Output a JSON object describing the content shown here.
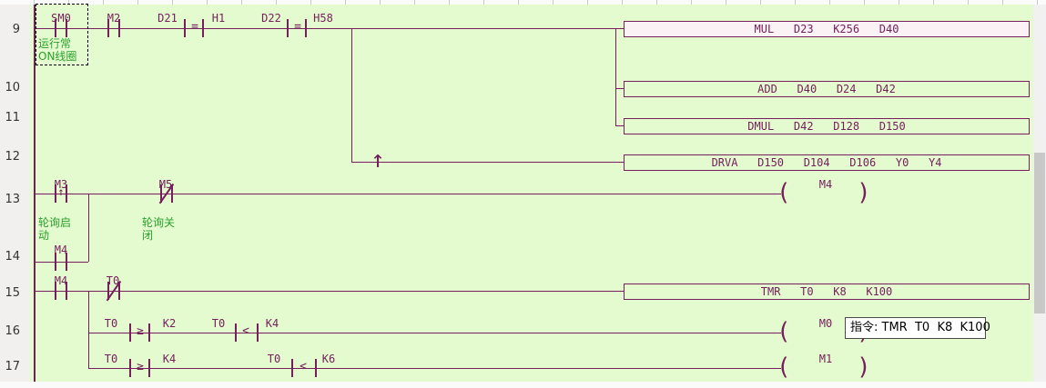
{
  "colors": {
    "wire": "#75205c",
    "canvas_background": "#e4fbd0",
    "comment_green": "#2aa12a",
    "gutter_background": "#f1f0ef",
    "tooltip_background": "#ffffff",
    "scrollbar_thumb": "#c8c8c8"
  },
  "gutter": {
    "rows": [
      "9",
      "10",
      "11",
      "12",
      "13",
      "14",
      "15",
      "16",
      "17"
    ]
  },
  "rung9": {
    "contact_sm0": "SM0",
    "comment_sm0_l1": "运行常",
    "comment_sm0_l2": "ON线圈",
    "contact_m2": "M2",
    "cmp1_left": "D21",
    "cmp1_op": "=",
    "cmp1_right": "H1",
    "cmp2_left": "D22",
    "cmp2_op": "=",
    "cmp2_right": "H58",
    "box_mul": "MUL   D23   K256   D40"
  },
  "rung10": {
    "box_add": "ADD   D40   D24   D42"
  },
  "rung11": {
    "box_dmul": "DMUL   D42   D128   D150"
  },
  "rung12": {
    "box_drva": "DRVA   D150   D104   D106   Y0   Y4",
    "cursor_arrow": "↑"
  },
  "rung13": {
    "contact_m3": "M3",
    "edge_arrow": "↑",
    "comment_m3_l1": "轮询启",
    "comment_m3_l2": "动",
    "contact_m5": "M5",
    "comment_m5_l1": "轮询关",
    "comment_m5_l2": "闭",
    "coil_m4": "M4"
  },
  "rung14": {
    "contact_m4": "M4"
  },
  "rung15": {
    "contact_m4": "M4",
    "contact_t0": "T0",
    "box_tmr": "TMR   T0   K8   K100"
  },
  "rung16": {
    "cmp1_left": "T0",
    "cmp1_op": "≥",
    "cmp1_right": "K2",
    "cmp2_left": "T0",
    "cmp2_op": "<",
    "cmp2_right": "K4",
    "coil_m0": "M0"
  },
  "rung17": {
    "cmp1_left": "T0",
    "cmp1_op": "≥",
    "cmp1_right": "K4",
    "cmp2_left": "T0",
    "cmp2_op": "<",
    "cmp2_right": "K6",
    "coil_m1": "M1"
  },
  "coil_glyphs": {
    "open": "(",
    "close": ")"
  },
  "tooltip": {
    "text": "指令: TMR  T0  K8  K100"
  }
}
